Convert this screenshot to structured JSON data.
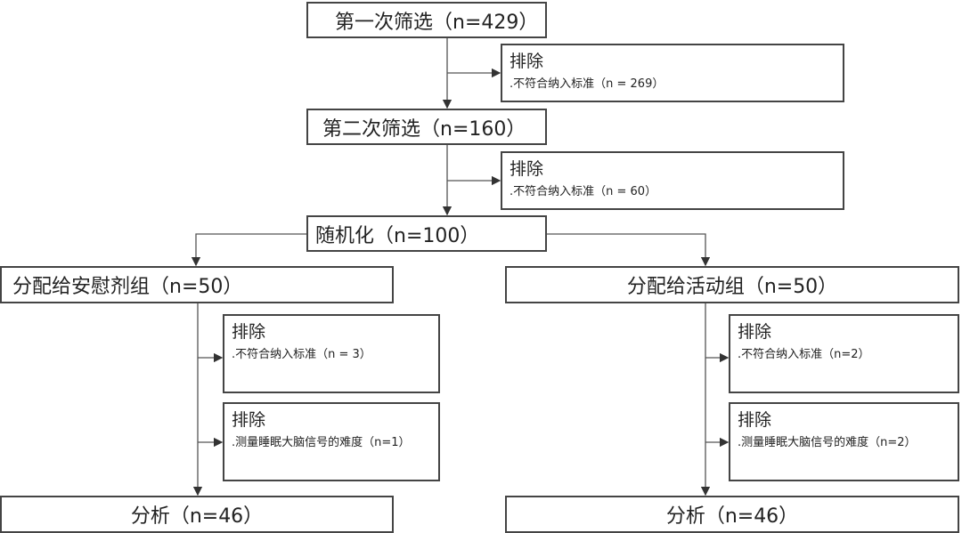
{
  "screening1": "第一次筛选（n=429）",
  "exclusion1": {
    "title": "排除",
    "detail": ".不符合纳入标准（n = 269）"
  },
  "screening2": "第二次筛选（n=160）",
  "exclusion2": {
    "title": "排除",
    "detail": ".不符合纳入标准（n = 60）"
  },
  "randomization": "随机化（n=100）",
  "placebo": {
    "group": "分配给安慰剂组（n=50）",
    "exclusion_a": {
      "title": "排除",
      "detail": ".不符合纳入标准（n = 3）"
    },
    "exclusion_b": {
      "title": "排除",
      "detail": ".测量睡眠大脑信号的难度（n=1）"
    },
    "analysis": "分析（n=46）"
  },
  "active": {
    "group": "分配给活动组（n=50）",
    "exclusion_a": {
      "title": "排除",
      "detail": ".不符合纳入标准（n=2）"
    },
    "exclusion_b": {
      "title": "排除",
      "detail": ".测量睡眠大脑信号的难度（n=2）"
    },
    "analysis": "分析（n=46）"
  }
}
